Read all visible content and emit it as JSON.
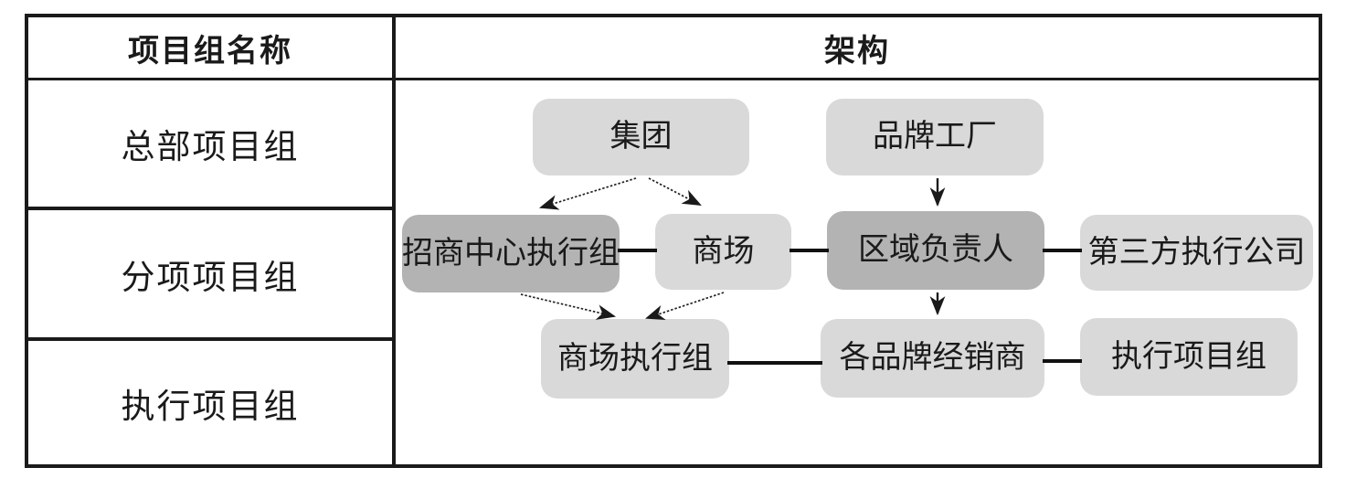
{
  "table": {
    "header": {
      "name_col": "项目组名称",
      "arch_col": "架构"
    },
    "row_labels": [
      "总部项目组",
      "分项项目组",
      "执行项目组"
    ]
  },
  "diagram": {
    "nodes": {
      "group": "集团",
      "brand_factory": "品牌工厂",
      "investment_center_exec": "招商中心执行组",
      "mall": "商场",
      "regional_manager": "区域负责人",
      "third_party_company": "第三方执行公司",
      "mall_exec_group": "商场执行组",
      "brand_dealers": "各品牌经销商",
      "exec_project_group": "执行项目组"
    },
    "edges": [
      {
        "from": "集团",
        "to": "招商中心执行组",
        "type": "arrow"
      },
      {
        "from": "集团",
        "to": "商场",
        "type": "arrow"
      },
      {
        "from": "品牌工厂",
        "to": "区域负责人",
        "type": "arrow"
      },
      {
        "from": "招商中心执行组",
        "to": "商场",
        "type": "line"
      },
      {
        "from": "商场",
        "to": "区域负责人",
        "type": "line"
      },
      {
        "from": "区域负责人",
        "to": "第三方执行公司",
        "type": "line"
      },
      {
        "from": "招商中心执行组",
        "to": "商场执行组",
        "type": "arrow"
      },
      {
        "from": "商场",
        "to": "商场执行组",
        "type": "arrow"
      },
      {
        "from": "区域负责人",
        "to": "各品牌经销商",
        "type": "arrow"
      },
      {
        "from": "商场执行组",
        "to": "各品牌经销商",
        "type": "line"
      },
      {
        "from": "各品牌经销商",
        "to": "执行项目组",
        "type": "line"
      }
    ]
  },
  "colors": {
    "box_light": "#d9d9d9",
    "box_dark": "#b3b3b3",
    "border": "#1a1a1a",
    "text": "#1a1a1a"
  }
}
